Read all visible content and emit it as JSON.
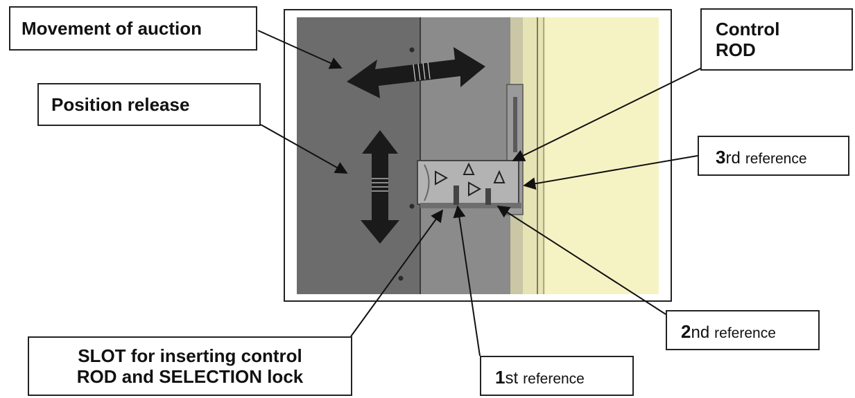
{
  "labels": {
    "movement": "Movement of auction",
    "position_release": "Position release",
    "control_rod_line1": "Control",
    "control_rod_line2": "ROD",
    "third_ref": {
      "num": "3",
      "suffix": "rd",
      "word": "reference"
    },
    "second_ref": {
      "num": "2",
      "suffix": "nd",
      "word": "reference"
    },
    "first_ref": {
      "num": "1",
      "suffix": "st",
      "word": "reference"
    },
    "slot_line1": "SLOT for inserting control",
    "slot_line2": "ROD and SELECTION lock"
  },
  "colors": {
    "left_panel": "#6c6c6c",
    "middle_panel": "#8a8a8a",
    "light_panel": "#f5f3c4",
    "arrow": "#1a1a1a",
    "frame": "#222222"
  },
  "icons": [
    "double-arrow-horizontal-icon",
    "double-arrow-vertical-icon",
    "triangle-marker-icon"
  ]
}
